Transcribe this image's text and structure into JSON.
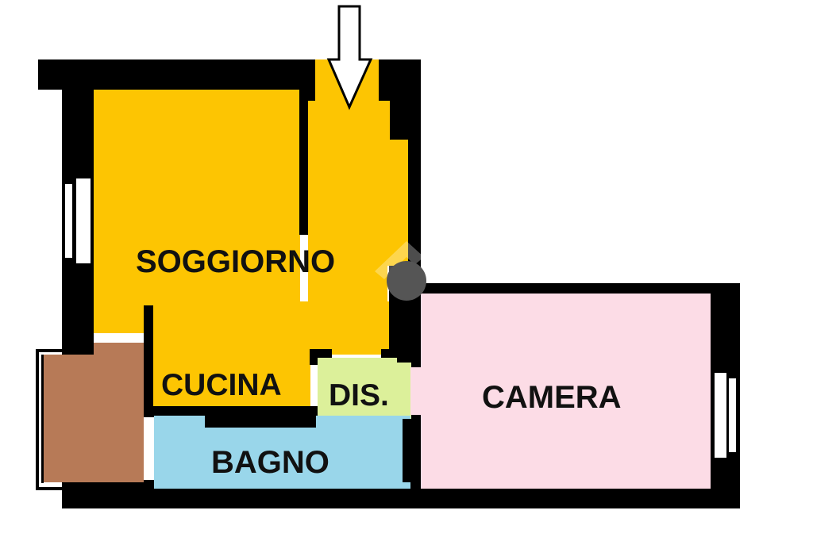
{
  "floorplan": {
    "entrance_arrow": "entrance-arrow",
    "colors": {
      "wall": "#000000",
      "soggiorno": "#fdc502",
      "cucina": "#fdc502",
      "dis": "#dcf09a",
      "bagno": "#99d6ea",
      "camera": "#fcdce6",
      "balcony": "#b77a57",
      "window": "#ffffff",
      "watermark": "#555555"
    },
    "rooms": [
      {
        "id": "soggiorno",
        "label": "SOGGIORNO"
      },
      {
        "id": "cucina",
        "label": "CUCINA"
      },
      {
        "id": "dis",
        "label": "DIS."
      },
      {
        "id": "bagno",
        "label": "BAGNO"
      },
      {
        "id": "camera",
        "label": "CAMERA"
      }
    ]
  }
}
